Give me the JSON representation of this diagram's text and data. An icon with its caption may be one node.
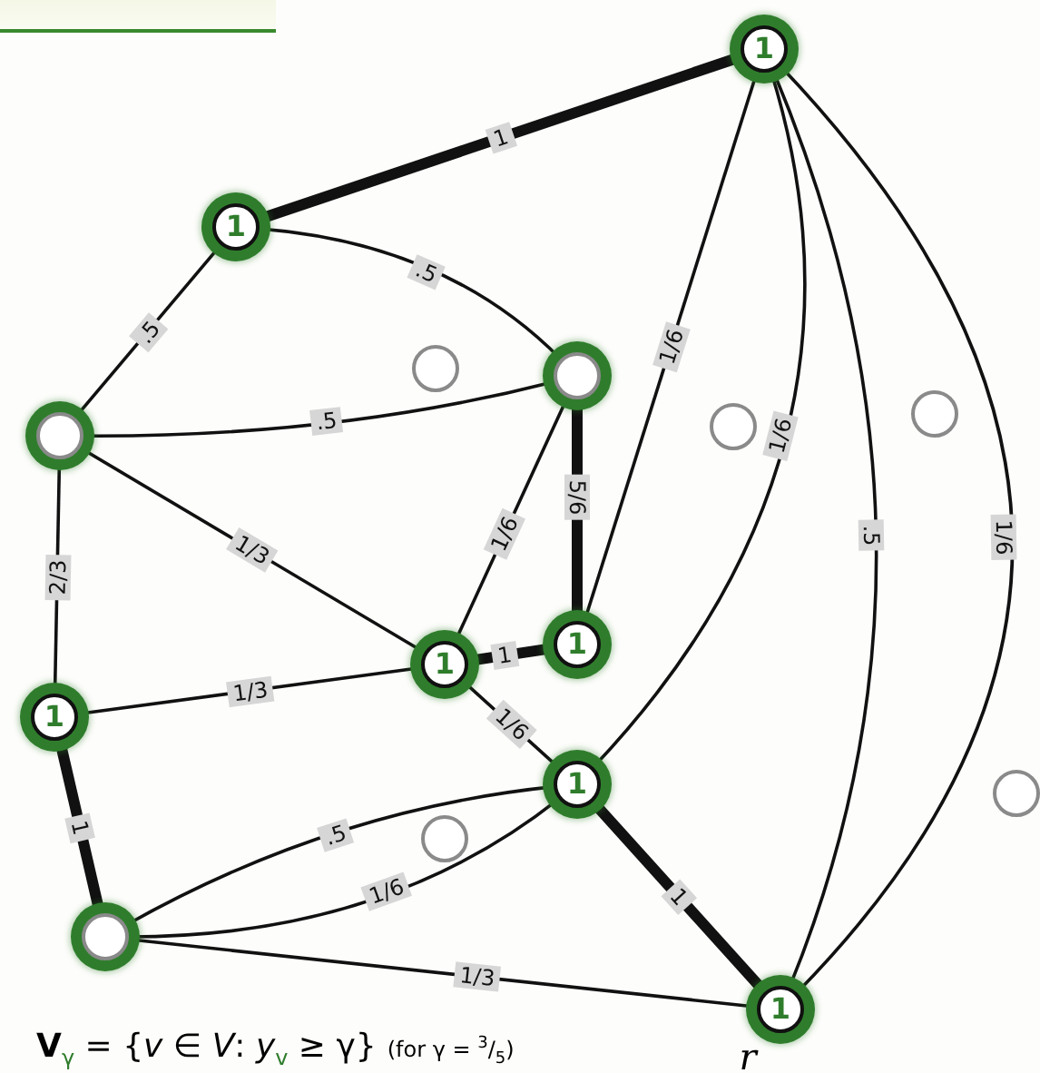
{
  "diagram": {
    "nodes": [
      {
        "text": [
          "1"
        ]
      },
      {
        "text": [
          "1"
        ]
      },
      {
        "text": [],
        "shape": "circle"
      },
      {
        "text": [],
        "shape": "circle"
      },
      {
        "text": [
          "1"
        ]
      },
      {
        "text": [
          "1"
        ]
      },
      {
        "text": [
          "1"
        ]
      },
      {
        "text": [
          "1"
        ]
      },
      {
        "text": [],
        "shape": "circle"
      },
      {
        "text": [
          "1"
        ],
        "beside": [
          "r"
        ]
      },
      {
        "text": [],
        "shape": "circle"
      },
      {
        "text": [],
        "shape": "circle"
      },
      {
        "text": [],
        "shape": "circle"
      },
      {
        "text": [],
        "shape": "circle"
      },
      {
        "text": [],
        "shape": "circle"
      }
    ],
    "edges": [
      {
        "from": 0,
        "to": 1,
        "arrow": "none",
        "label": "1",
        "style": "thick"
      },
      {
        "from": 1,
        "to": 3,
        "arrow": "none",
        "label": ".5"
      },
      {
        "from": 1,
        "to": 2,
        "arrow": "none",
        "label": ".5"
      },
      {
        "from": 3,
        "to": 2,
        "arrow": "none",
        "label": ".5"
      },
      {
        "from": 2,
        "to": 5,
        "arrow": "none",
        "label": "5/6",
        "style": "thick"
      },
      {
        "from": 0,
        "to": 5,
        "arrow": "none",
        "label": "1/6"
      },
      {
        "from": 2,
        "to": 4,
        "arrow": "none",
        "label": "1/6"
      },
      {
        "from": 3,
        "to": 4,
        "arrow": "none",
        "label": "1/3"
      },
      {
        "from": 3,
        "to": 6,
        "arrow": "none",
        "label": "2/3"
      },
      {
        "from": 6,
        "to": 4,
        "arrow": "none",
        "label": "1/3"
      },
      {
        "from": 4,
        "to": 5,
        "arrow": "none",
        "label": "1",
        "style": "thick"
      },
      {
        "from": 4,
        "to": 7,
        "arrow": "none",
        "label": "1/6"
      },
      {
        "from": 0,
        "to": 7,
        "arrow": "none",
        "label": "1/6"
      },
      {
        "from": 0,
        "to": 9,
        "arrow": "none",
        "label": ".5"
      },
      {
        "from": 0,
        "to": 9,
        "arrow": "none",
        "label": "1/6"
      },
      {
        "from": 6,
        "to": 8,
        "arrow": "none",
        "label": "1",
        "style": "thick"
      },
      {
        "from": 8,
        "to": 7,
        "arrow": "none",
        "label": ".5"
      },
      {
        "from": 8,
        "to": 7,
        "arrow": "none",
        "label": "1/6"
      },
      {
        "from": 8,
        "to": 9,
        "arrow": "none",
        "label": "1/3"
      },
      {
        "from": 7,
        "to": 9,
        "arrow": "none",
        "label": "1",
        "style": "thick"
      }
    ],
    "labels": [
      "**V**$_{γ}$ = {*v* ∈ *V*: *y*$_{v}$ ≥ γ}",
      "(for γ = $^{3}$/$_{5}$)"
    ]
  }
}
